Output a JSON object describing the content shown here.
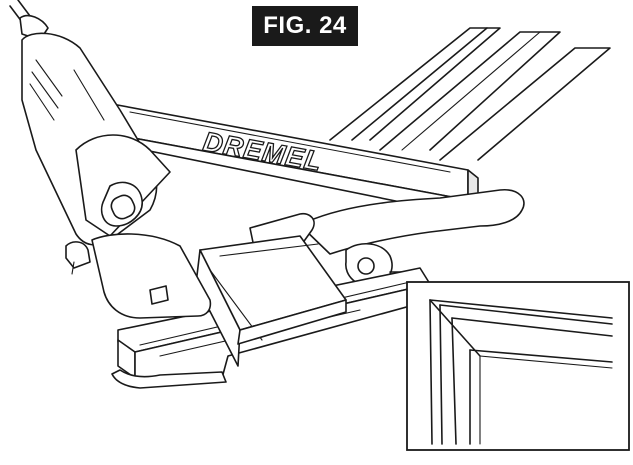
{
  "figure": {
    "label": "FIG. 24",
    "brand": "DREMEL",
    "tool_icon": "rotary-tool-with-miter-guide",
    "inset_icon": "mitered-corner-detail"
  }
}
